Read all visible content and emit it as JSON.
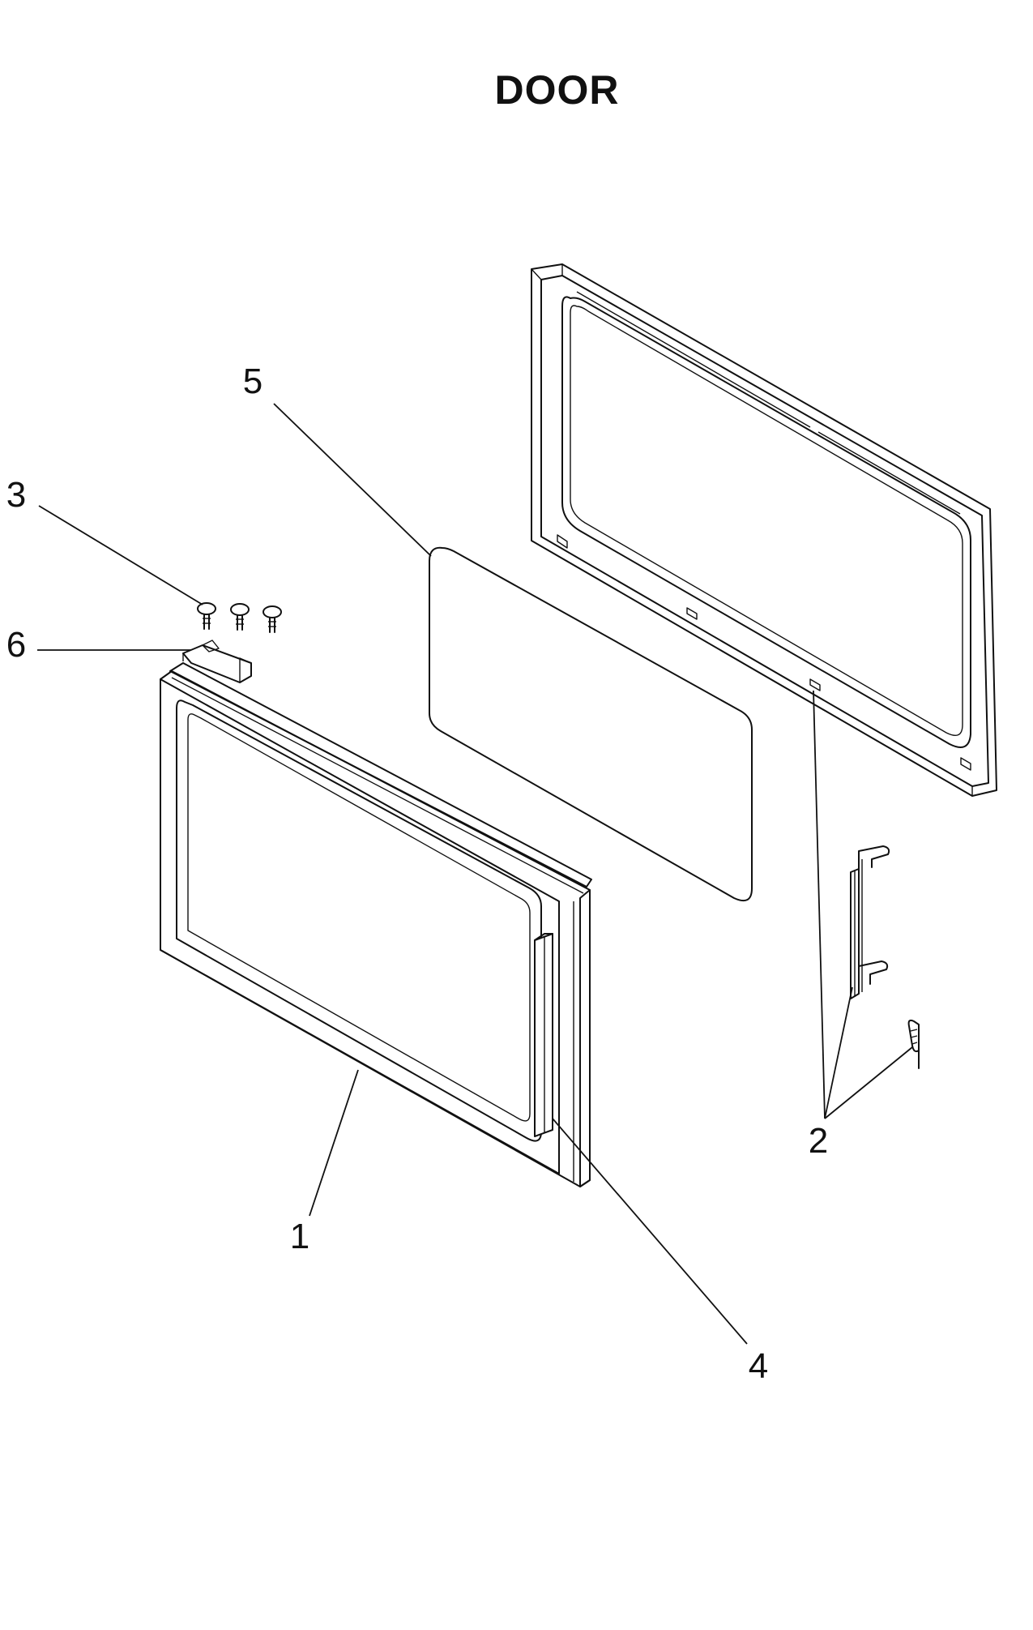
{
  "title": "DOOR",
  "callouts": [
    {
      "id": "1",
      "label": "1"
    },
    {
      "id": "2",
      "label": "2"
    },
    {
      "id": "3",
      "label": "3"
    },
    {
      "id": "4",
      "label": "4"
    },
    {
      "id": "5",
      "label": "5"
    },
    {
      "id": "6",
      "label": "6"
    }
  ]
}
